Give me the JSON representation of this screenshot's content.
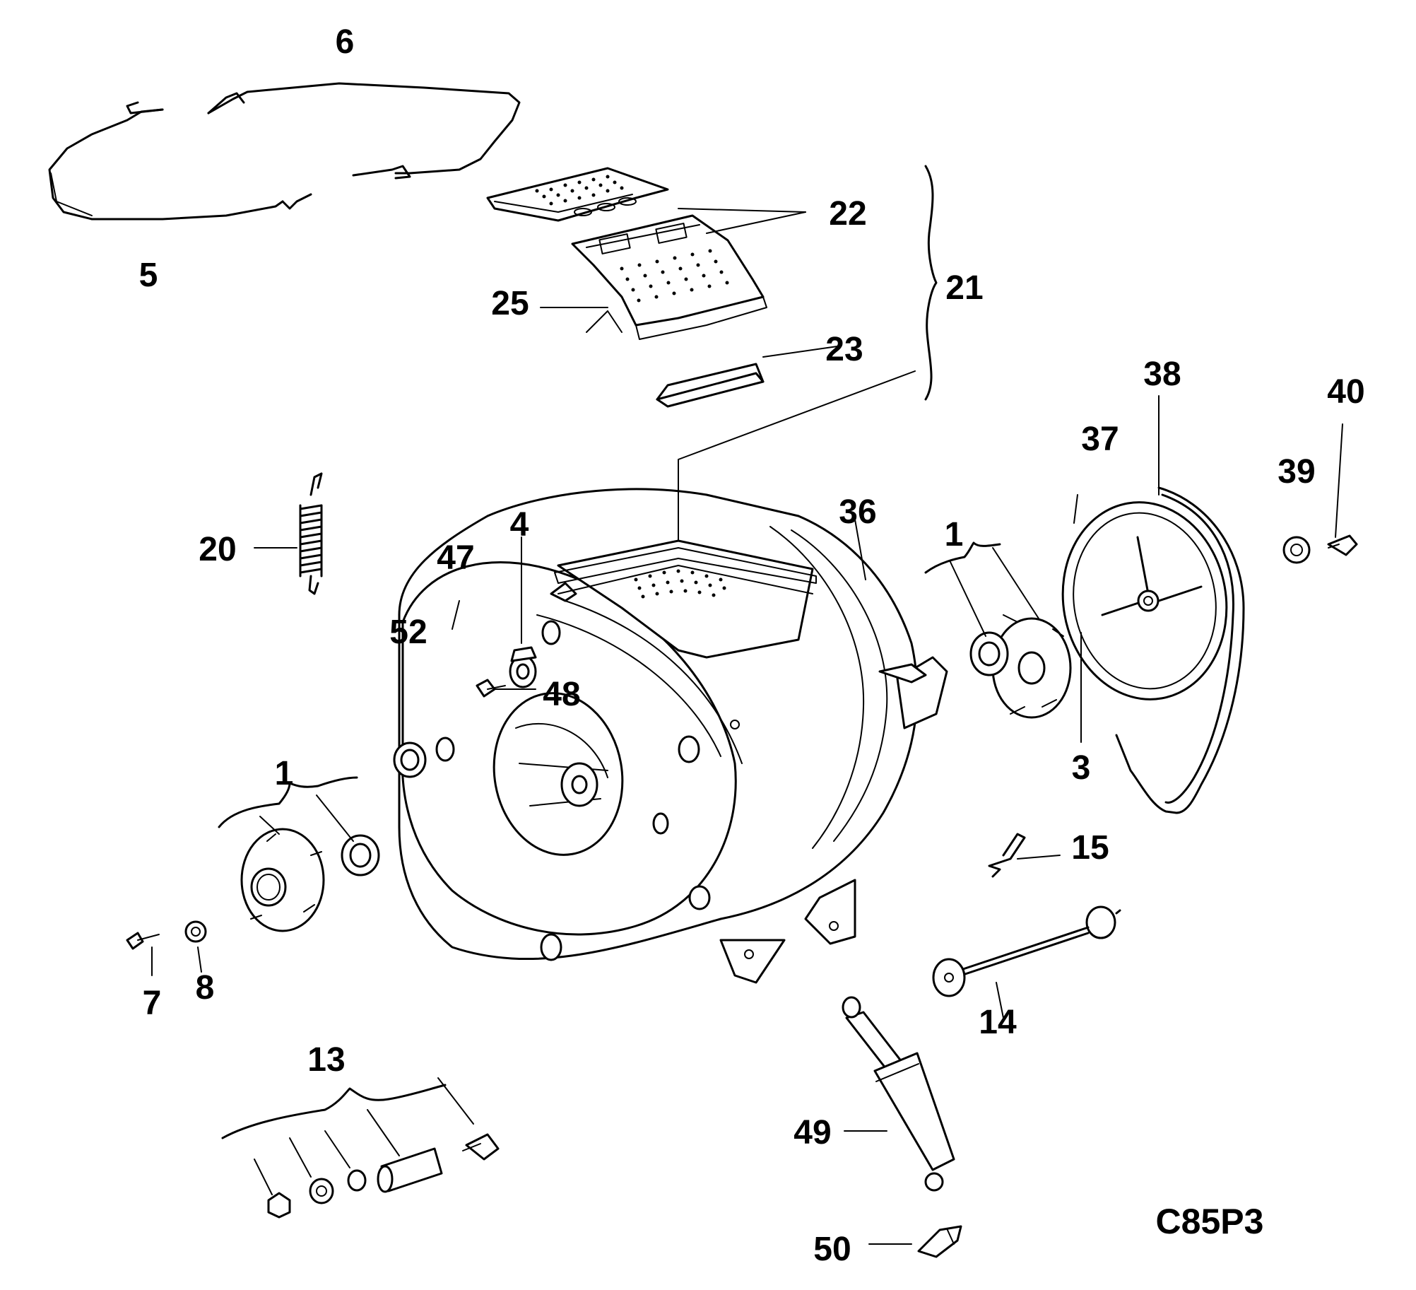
{
  "diagram": {
    "labels": {
      "l1_right": "1",
      "l1_left": "1",
      "l3": "3",
      "l4": "4",
      "l5": "5",
      "l6": "6",
      "l7": "7",
      "l8": "8",
      "l13": "13",
      "l14": "14",
      "l15": "15",
      "l20": "20",
      "l21": "21",
      "l22": "22",
      "l23": "23",
      "l25": "25",
      "l36": "36",
      "l37": "37",
      "l38": "38",
      "l39": "39",
      "l40": "40",
      "l47": "47",
      "l48": "48",
      "l49": "49",
      "l50": "50",
      "l52": "52"
    },
    "code": "C85P3"
  }
}
